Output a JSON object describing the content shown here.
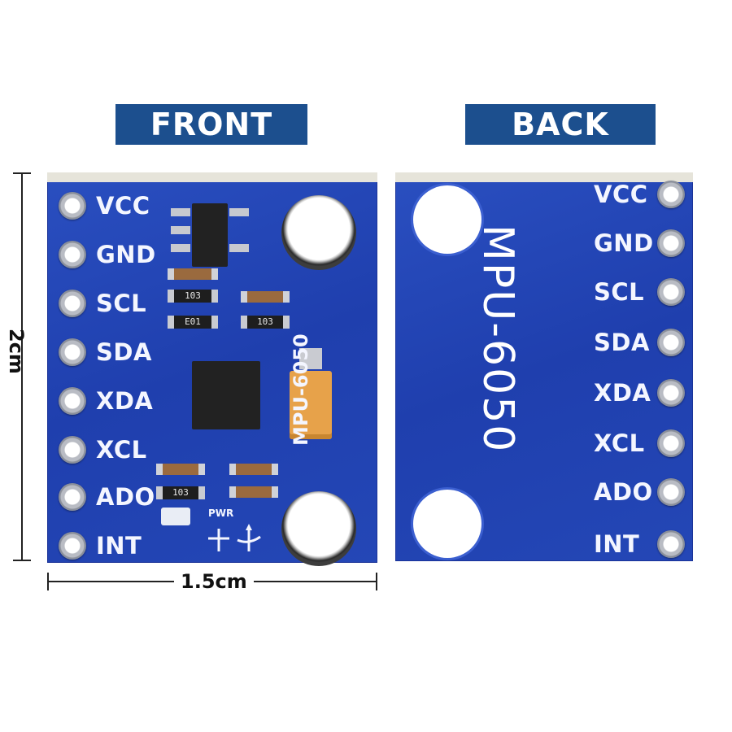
{
  "banners": {
    "front": "FRONT",
    "back": "BACK"
  },
  "pins": [
    "VCC",
    "GND",
    "SCL",
    "SDA",
    "XDA",
    "XCL",
    "ADO",
    "INT"
  ],
  "front_board": {
    "model": "MPU-6050",
    "resistor_marks": [
      "103",
      "E01",
      "103",
      "103"
    ],
    "pwr": "PWR"
  },
  "back_board": {
    "model": "MPU-6050"
  },
  "dimensions": {
    "width": "1.5cm",
    "height": "2cm"
  }
}
